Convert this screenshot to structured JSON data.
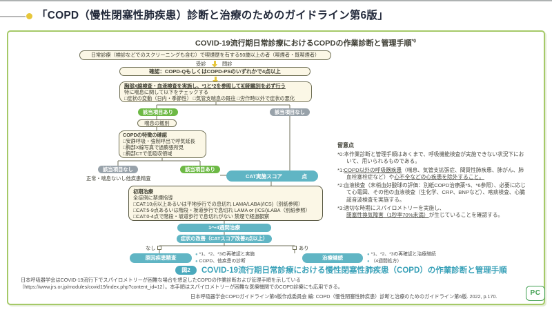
{
  "header": {
    "title": "「COPD（慢性閉塞性肺疾患）診断と治療のためのガイドライン第6版」"
  },
  "flowchart": {
    "title": "COVID-19流行期日常診療におけるCOPDの作業診断と管理手順",
    "title_sup": "*0",
    "screening_box": "日常診療（検診などでのスクリーニングも含む）で喫煙歴を有する50歳以上の者（喫煙者・既喫煙者）",
    "visit_label": "受診",
    "interview_label": "問診",
    "confirm_box": "確認：COPD-QもしくはCOPD-PSのいずれかで4点以上",
    "check_box": {
      "line1": "胸部X線検査・血液検査を実施し、*1と*2を参照して初期鑑別を必ず行う",
      "line2": "特に喘息に関して以下をチェックする",
      "line3": "□症状の変動（日内・季節性） □気管支喘息の既往 □労作時以外で症状の悪化"
    },
    "pill_match_yes_1": "該当項目あり",
    "pill_match_no_1": "該当項目なし",
    "asthma_box": "喘息の鑑別",
    "copd_box": {
      "title": "COPDの特徴の確認",
      "items": [
        "□安静呼吸・強制呼出で呼気延長",
        "□胸部X線写真で過膨張所見",
        "□胸部CTで低吸収領域"
      ]
    },
    "pill_match_no_2": "該当項目なし",
    "pill_match_yes_2": "該当項目あり",
    "normal_label": "正常・喘息ないし他疾患精査",
    "cat_pill": {
      "label": "CAT実施スコア",
      "unit": "点"
    },
    "treatment_box": {
      "title": "初期治療",
      "subtitle": "全症例に禁煙指導",
      "items": [
        "□CAT:10点以上あるいは平地歩行での息切れ LAMA/LABA(/ICS)（別紙参照）",
        "□CAT:5-9点あるいは階段・坂道歩行で息切れ LAMA or (ICS/)LABA（別紙参照）",
        "□CAT:0-4点で階段・坂道歩行で息切れがない 禁煙で経過観察"
      ]
    },
    "weeks_pill": "1～4週間治療",
    "improve_pill": "症状の改善（CATスコア改善2点以上）",
    "no_label": "なし",
    "yes_label": "あり",
    "cause_pill": "原因疾患精査",
    "cause_bullets": [
      "*1、*2、*3の再確認と実施",
      "COPD、他疾患の診断"
    ],
    "continue_pill": "治療継続",
    "continue_bullets": [
      "*1、*2、*3の再確認と治療継続",
      "（4週間処方）"
    ]
  },
  "notes": {
    "heading": "留意点",
    "items": [
      {
        "marker": "*0:",
        "runs": [
          {
            "t": "本作業診断と管理手順はあくまで、呼吸機能検査が実施できない状況下において、用いられるものである。",
            "u": false
          }
        ]
      },
      {
        "marker": "*1:",
        "runs": [
          {
            "t": "COPD以外の呼吸器疾患",
            "u": true
          },
          {
            "t": "（喘息、気管支拡張症、間質性肺疾患、肺がん、肺血栓塞栓症など）や",
            "u": false
          },
          {
            "t": "心不全などの心疾患を除外すること。",
            "u": true
          }
        ]
      },
      {
        "marker": "*2:",
        "runs": [
          {
            "t": "血液検査（末梢血好酸球の評価：別紙COPD治療薬*5、*6参照）、必要に応じて心電図、その他の血液検査（生化学、CRP、BNPなど）、喀痰検査、心臓超音波検査を実施する。",
            "u": false
          }
        ]
      },
      {
        "marker": "*3:",
        "runs": [
          {
            "t": "適切な時期にスパイロメトリーを実施し、",
            "u": false
          },
          {
            "t": "閉塞性換気障害（1秒率70%未満）",
            "u": true
          },
          {
            "t": "が生じていることを確認する。",
            "u": false
          }
        ]
      }
    ]
  },
  "caption": {
    "badge": "図2",
    "title": "COVID-19流行期日常診療における慢性閉塞性肺疾患（COPD）の作業診断と管理手順",
    "line1": "日本呼吸器学会はCOVID-19流行下でスパイロメトリーが困難な場合を想定したCOPDの作業診断および管理手順を示している",
    "line2": "（https://www.jrs.or.jp/modules/covid19/index.php?content_id=12）。本手順はスパイロメトリーが困難な医療機関でのCOPD診療にも応用できる。",
    "citation": "日本呼吸器学会COPDガイドライン第6版作成委員会 編: COPD（慢性閉塞性肺疾患）診断と治療のためのガイドライン第6版. 2022, p.170."
  },
  "logo": {
    "text": "PC"
  },
  "icons": {
    "bullet": "●"
  },
  "colors": {
    "accent_yellow": "#e7c73b",
    "panel_border_green": "#a5c968",
    "pill_green": "#6db945",
    "pill_gray": "#98a2aa",
    "pill_teal": "#60b5c4",
    "caption_teal": "#39a1b8",
    "box_cream": "#fbf7e6",
    "logo_green": "#3f9e4f"
  }
}
